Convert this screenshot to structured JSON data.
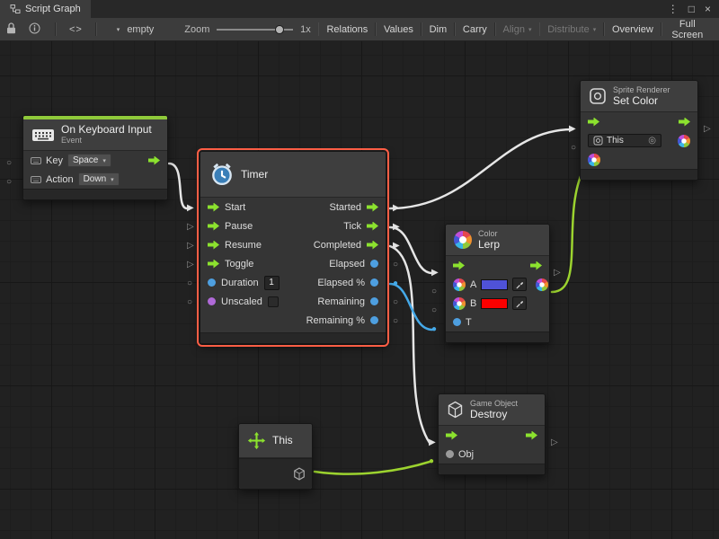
{
  "window": {
    "tab_title": "Script Graph",
    "controls": {
      "menu": "⋮",
      "maximize": "□",
      "close": "×"
    }
  },
  "toolbar": {
    "code_icon": "<>",
    "graph_name": "empty",
    "zoom": {
      "label": "Zoom",
      "value": "1x"
    },
    "buttons": [
      {
        "label": "Relations",
        "enabled": true
      },
      {
        "label": "Values",
        "enabled": true
      },
      {
        "label": "Dim",
        "enabled": true
      },
      {
        "label": "Carry",
        "enabled": true
      },
      {
        "label": "Align",
        "enabled": false
      },
      {
        "label": "Distribute",
        "enabled": false
      },
      {
        "label": "Overview",
        "enabled": true
      },
      {
        "label": "Full Screen",
        "enabled": true
      }
    ]
  },
  "glyphs": {
    "caret": "▾",
    "tri_empty": "▷",
    "tri_filled": "▶",
    "circle_empty": "○",
    "circle_filled": "●",
    "target": "◎"
  },
  "nodes": {
    "keyboard_event": {
      "title": "On Keyboard Input",
      "subtitle": "Event",
      "rows": [
        {
          "label": "Key",
          "value": "Space"
        },
        {
          "label": "Action",
          "value": "Down"
        }
      ]
    },
    "timer": {
      "title": "Timer",
      "selected": true,
      "inputs": [
        "Start",
        "Pause",
        "Resume",
        "Toggle",
        "Duration",
        "Unscaled"
      ],
      "duration_value": "1",
      "outputs": [
        "Started",
        "Tick",
        "Completed",
        "Elapsed",
        "Elapsed %",
        "Remaining",
        "Remaining %"
      ]
    },
    "set_color": {
      "type": "Sprite Renderer",
      "title": "Set Color",
      "target": "This"
    },
    "lerp": {
      "type": "Color",
      "title": "Lerp",
      "input_a": "A",
      "input_b": "B",
      "input_t": "T",
      "swatch_a": "#4f52d8",
      "swatch_b": "#fb0000"
    },
    "destroy": {
      "type": "Game Object",
      "title": "Destroy",
      "input": "Obj"
    },
    "this_literal": {
      "title": "This"
    }
  },
  "colors": {
    "selection": "#ff5e45",
    "event_accent": "#8fc93a",
    "wire_white": "#e6e6e6",
    "wire_green": "#9cd32f",
    "wire_blue": "#45a9e8",
    "port_green": "#8ce22e",
    "port_blue": "#4e9fe0",
    "port_purple": "#b06ad8"
  }
}
